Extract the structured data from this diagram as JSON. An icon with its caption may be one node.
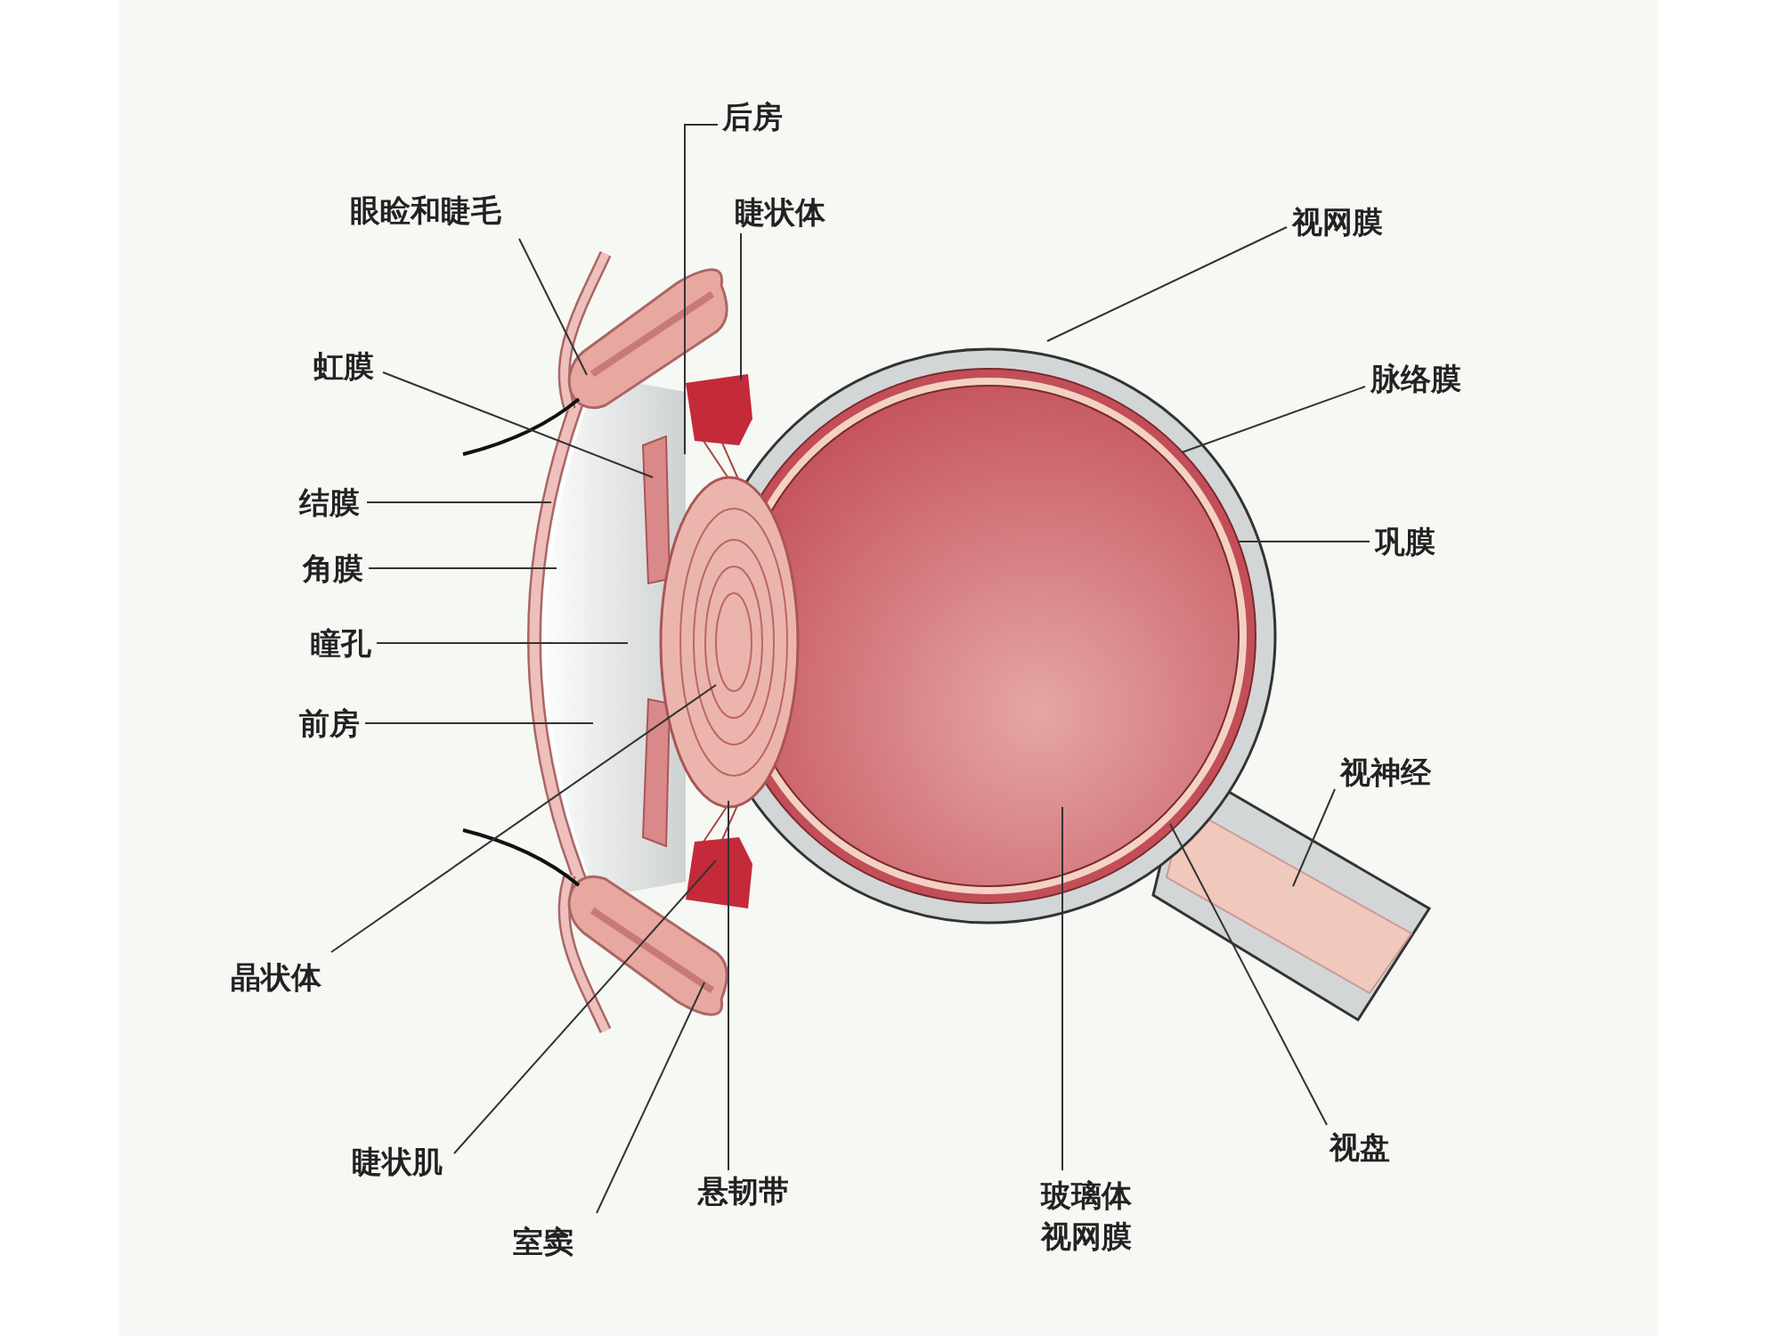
{
  "diagram": {
    "nodes": [
      {
        "text": [
          "后房"
        ]
      },
      {
        "text": [
          "眼睑和睫毛"
        ]
      },
      {
        "text": [
          "睫状体"
        ]
      },
      {
        "text": [
          "视网膜"
        ]
      },
      {
        "text": [
          "虹膜"
        ]
      },
      {
        "text": [
          "脉络膜"
        ]
      },
      {
        "text": [
          "结膜"
        ]
      },
      {
        "text": [
          "巩膜"
        ]
      },
      {
        "text": [
          "角膜"
        ]
      },
      {
        "text": [
          "瞳孔"
        ]
      },
      {
        "text": [
          "前房"
        ]
      },
      {
        "text": [
          "视神经"
        ]
      },
      {
        "text": [
          "晶状体"
        ]
      },
      {
        "text": [
          "视盘"
        ]
      },
      {
        "text": [
          "睫状肌"
        ]
      },
      {
        "text": [
          "悬韧带"
        ]
      },
      {
        "text": [
          "玻璃体",
          "视网膜"
        ]
      },
      {
        "text": [
          "室窦"
        ]
      }
    ],
    "edges": [
      {
        "from": 0,
        "to": null,
        "arrow": "none"
      },
      {
        "from": 1,
        "to": null,
        "arrow": "none"
      },
      {
        "from": 2,
        "to": null,
        "arrow": "none"
      },
      {
        "from": 3,
        "to": null,
        "arrow": "none"
      },
      {
        "from": 4,
        "to": null,
        "arrow": "none"
      },
      {
        "from": 5,
        "to": null,
        "arrow": "none"
      },
      {
        "from": 6,
        "to": null,
        "arrow": "none"
      },
      {
        "from": 7,
        "to": null,
        "arrow": "none"
      },
      {
        "from": 8,
        "to": null,
        "arrow": "none"
      },
      {
        "from": 9,
        "to": null,
        "arrow": "none"
      },
      {
        "from": 10,
        "to": null,
        "arrow": "none"
      },
      {
        "from": 11,
        "to": null,
        "arrow": "none"
      },
      {
        "from": 12,
        "to": null,
        "arrow": "none"
      },
      {
        "from": 13,
        "to": null,
        "arrow": "none"
      },
      {
        "from": 14,
        "to": null,
        "arrow": "none"
      },
      {
        "from": 15,
        "to": null,
        "arrow": "none"
      },
      {
        "from": 16,
        "to": null,
        "arrow": "none"
      },
      {
        "from": 17,
        "to": null,
        "arrow": "none"
      }
    ]
  }
}
